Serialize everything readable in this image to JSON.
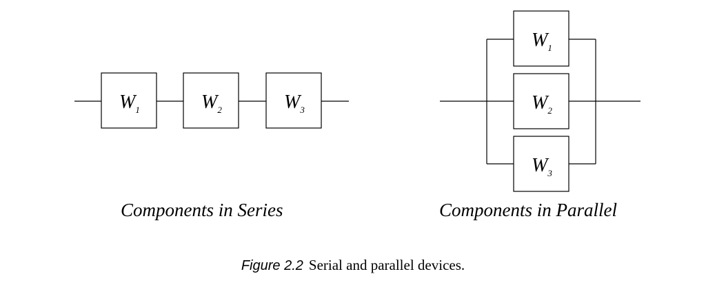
{
  "series_diagram": {
    "caption": "Components in Series",
    "components": [
      {
        "letter": "W",
        "sub": "1"
      },
      {
        "letter": "W",
        "sub": "2"
      },
      {
        "letter": "W",
        "sub": "3"
      }
    ]
  },
  "parallel_diagram": {
    "caption": "Components in Parallel",
    "components": [
      {
        "letter": "W",
        "sub": "1"
      },
      {
        "letter": "W",
        "sub": "2"
      },
      {
        "letter": "W",
        "sub": "3"
      }
    ]
  },
  "figure": {
    "number": "Figure 2.2",
    "text": "Serial and parallel devices."
  }
}
